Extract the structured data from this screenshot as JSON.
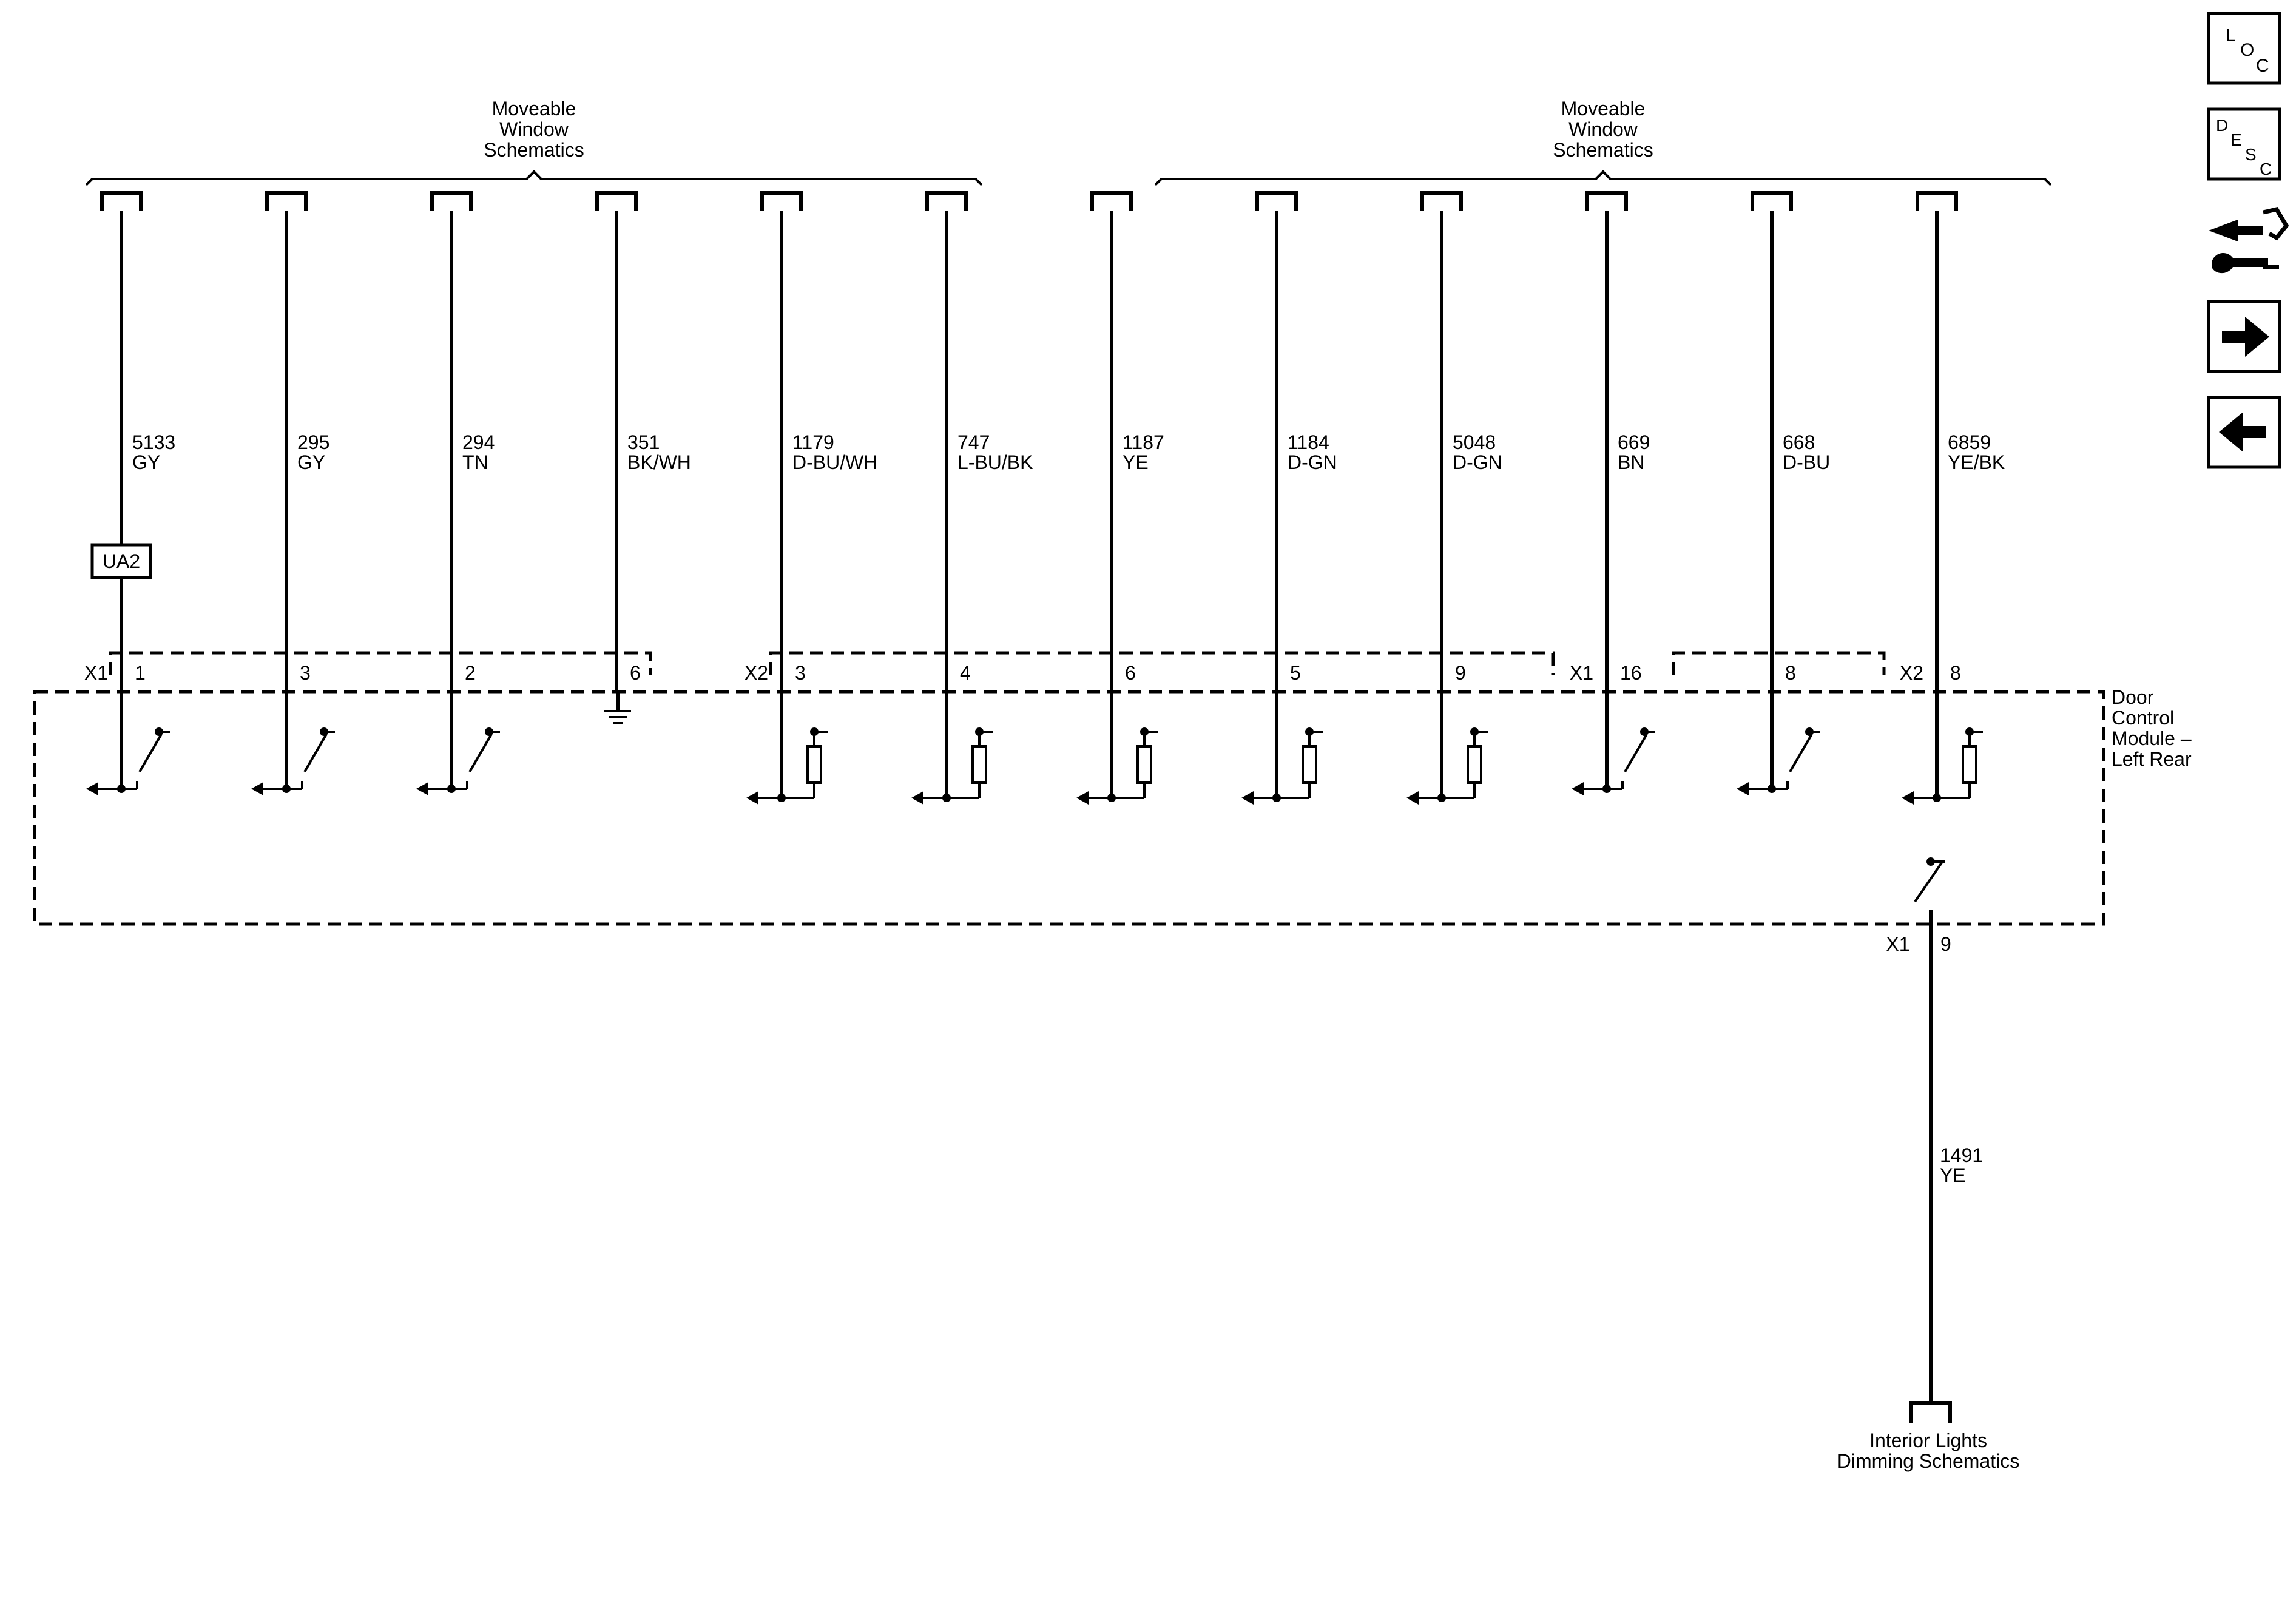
{
  "upper_groups": [
    {
      "lines": [
        "Moveable",
        "Window",
        "Schematics"
      ]
    },
    {
      "lines": [
        "Moveable",
        "Window",
        "Schematics"
      ]
    }
  ],
  "wires": [
    {
      "circuit": "5133",
      "color": "GY",
      "connector": "X1",
      "pin": "1",
      "inline_label": "UA2"
    },
    {
      "circuit": "295",
      "color": "GY",
      "connector": "",
      "pin": "3"
    },
    {
      "circuit": "294",
      "color": "TN",
      "connector": "",
      "pin": "2"
    },
    {
      "circuit": "351",
      "color": "BK/WH",
      "connector": "",
      "pin": "6"
    },
    {
      "circuit": "1179",
      "color": "D-BU/WH",
      "connector": "X2",
      "pin": "3"
    },
    {
      "circuit": "747",
      "color": "L-BU/BK",
      "connector": "",
      "pin": "4"
    },
    {
      "circuit": "1187",
      "color": "YE",
      "connector": "",
      "pin": "6"
    },
    {
      "circuit": "1184",
      "color": "D-GN",
      "connector": "",
      "pin": "5"
    },
    {
      "circuit": "5048",
      "color": "D-GN",
      "connector": "",
      "pin": "9"
    },
    {
      "circuit": "669",
      "color": "BN",
      "connector": "X1",
      "pin": "16"
    },
    {
      "circuit": "668",
      "color": "D-BU",
      "connector": "",
      "pin": "8"
    },
    {
      "circuit": "6859",
      "color": "YE/BK",
      "connector": "X2",
      "pin": "8"
    }
  ],
  "module": {
    "lines": [
      "Door",
      "Control",
      "Module –",
      "Left Rear"
    ]
  },
  "lower_wire": {
    "connector": "X1",
    "pin": "9",
    "circuit": "1491",
    "color": "YE"
  },
  "lower_destination": {
    "lines": [
      "Interior Lights",
      "Dimming Schematics"
    ]
  },
  "nav": {
    "loc_letters": [
      "L",
      "O",
      "C"
    ],
    "desc_letters": [
      "D",
      "E",
      "S",
      "C"
    ],
    "icons": [
      "connector-tool-icon",
      "arrow-right-icon",
      "arrow-left-icon"
    ]
  }
}
